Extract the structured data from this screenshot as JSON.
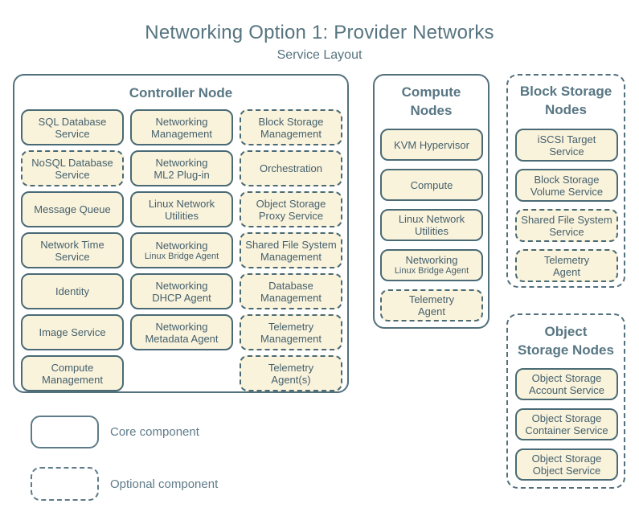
{
  "title": "Networking Option 1: Provider Networks",
  "subtitle": "Service Layout",
  "colors": {
    "box_fill": "#faf3dc",
    "box_border": "#4a6a75",
    "container_border": "#53707d",
    "heading_text": "#56747f",
    "service_text": "#44606c"
  },
  "legend": {
    "core": {
      "label": "Core component",
      "style": "solid"
    },
    "optional": {
      "label": "Optional component",
      "style": "dashed"
    }
  },
  "nodes": [
    {
      "id": "controller",
      "title": "Controller Node",
      "border": "solid",
      "services": [
        {
          "label": "SQL Database\nService",
          "type": "core"
        },
        {
          "label": "Networking\nManagement",
          "type": "core"
        },
        {
          "label": "Block Storage\nManagement",
          "type": "optional"
        },
        {
          "label": "NoSQL Database\nService",
          "type": "optional"
        },
        {
          "label": "Networking\nML2 Plug-in",
          "type": "core"
        },
        {
          "label": "Orchestration",
          "type": "optional"
        },
        {
          "label": "Message Queue",
          "type": "core"
        },
        {
          "label": "Linux Network\nUtilities",
          "type": "core"
        },
        {
          "label": "Object Storage\nProxy Service",
          "type": "optional"
        },
        {
          "label": "Network Time\nService",
          "type": "core"
        },
        {
          "label": "Networking",
          "sublabel": "Linux Bridge Agent",
          "type": "core"
        },
        {
          "label": "Shared File System\nManagement",
          "type": "optional"
        },
        {
          "label": "Identity",
          "type": "core"
        },
        {
          "label": "Networking\nDHCP Agent",
          "type": "core"
        },
        {
          "label": "Database\nManagement",
          "type": "optional"
        },
        {
          "label": "Image Service",
          "type": "core"
        },
        {
          "label": "Networking\nMetadata Agent",
          "type": "core"
        },
        {
          "label": "Telemetry\nManagement",
          "type": "optional"
        },
        {
          "label": "Compute\nManagement",
          "type": "core"
        },
        {
          "label": "",
          "type": "spacer"
        },
        {
          "label": "Telemetry\nAgent(s)",
          "type": "optional"
        }
      ]
    },
    {
      "id": "compute",
      "title": "Compute\nNodes",
      "border": "solid",
      "services": [
        {
          "label": "KVM Hypervisor",
          "type": "core"
        },
        {
          "label": "Compute",
          "type": "core"
        },
        {
          "label": "Linux Network\nUtilities",
          "type": "core"
        },
        {
          "label": "Networking",
          "sublabel": "Linux Bridge Agent",
          "type": "core"
        },
        {
          "label": "Telemetry\nAgent",
          "type": "optional"
        }
      ]
    },
    {
      "id": "blockstorage",
      "title": "Block Storage\nNodes",
      "border": "dashed",
      "services": [
        {
          "label": "iSCSI Target\nService",
          "type": "core"
        },
        {
          "label": "Block Storage\nVolume Service",
          "type": "core"
        },
        {
          "label": "Shared File System\nService",
          "type": "optional"
        },
        {
          "label": "Telemetry\nAgent",
          "type": "optional"
        }
      ]
    },
    {
      "id": "objectstorage",
      "title": "Object\nStorage Nodes",
      "border": "dashed",
      "services": [
        {
          "label": "Object Storage\nAccount Service",
          "type": "core"
        },
        {
          "label": "Object Storage\nContainer Service",
          "type": "core"
        },
        {
          "label": "Object Storage\nObject Service",
          "type": "core"
        }
      ]
    }
  ]
}
